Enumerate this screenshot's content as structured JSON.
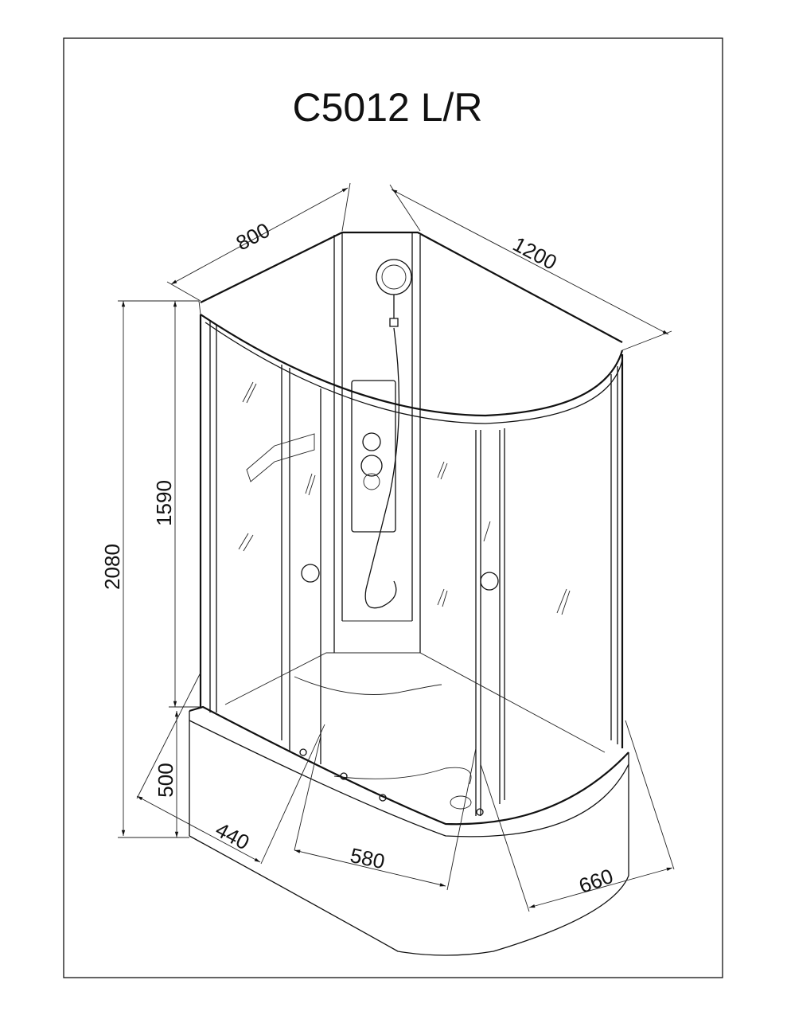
{
  "title": "C5012 L/R",
  "dimensions": {
    "depth": "800",
    "width": "1200",
    "total_height": "2080",
    "glass_height": "1590",
    "tray_height": "500",
    "side_440": "440",
    "door_580": "580",
    "side_660": "660"
  }
}
